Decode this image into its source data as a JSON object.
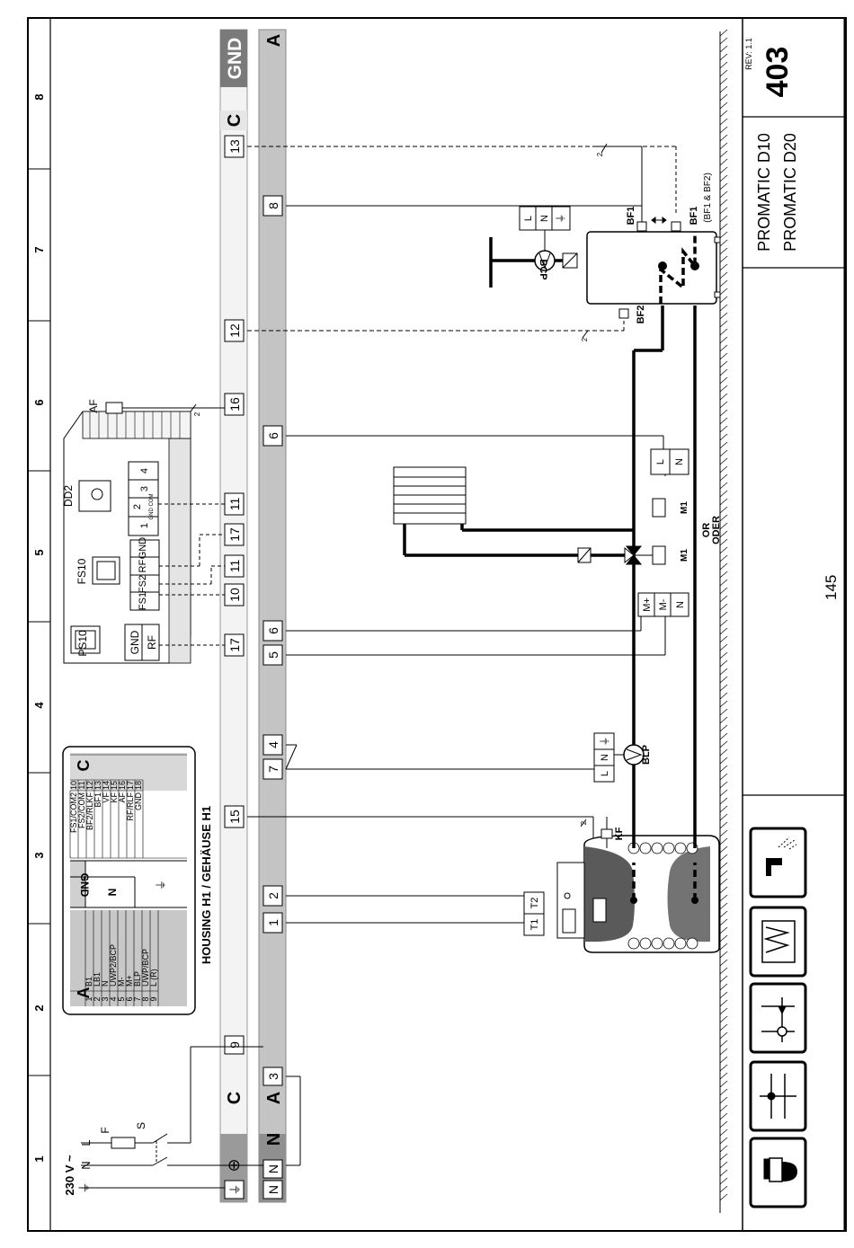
{
  "ruler": [
    "1",
    "2",
    "3",
    "4",
    "5",
    "6",
    "7",
    "8"
  ],
  "rails": {
    "c_label": "C",
    "gnd_label": "GND",
    "a_label": "A",
    "n_label": "N",
    "c_terminals": [
      "9",
      "15",
      "17",
      "10",
      "11",
      "17",
      "11",
      "16",
      "12",
      "13"
    ],
    "a_terminals": [
      "3",
      "1",
      "2",
      "7",
      "4",
      "5",
      "6",
      "6",
      "8"
    ],
    "earth_symbol": "⊕"
  },
  "supply": {
    "voltage": "230 V ~",
    "l": "L",
    "n": "N",
    "f": "F",
    "s": "S"
  },
  "housing_title": "HOUSING H1 / GEHÄUSE H1",
  "terminal_table": {
    "a_label": "A",
    "gnd_label": "GND",
    "n_label": "N",
    "c_label": "C",
    "a_rows": [
      [
        "1",
        "B1"
      ],
      [
        "2",
        "LB1"
      ],
      [
        "3",
        "N"
      ],
      [
        "4",
        "UWP2/BCP"
      ],
      [
        "5",
        "M-"
      ],
      [
        "6",
        "M+"
      ],
      [
        "7",
        "BLP"
      ],
      [
        "8",
        "UWP/BCP"
      ],
      [
        "9",
        "L (R)"
      ]
    ],
    "c_rows": [
      [
        "FS1/COM2",
        "10"
      ],
      [
        "FS2/COM",
        "11"
      ],
      [
        "BF2/RLKF",
        "12"
      ],
      [
        "BF1",
        "13"
      ],
      [
        "VF",
        "14"
      ],
      [
        "KF",
        "15"
      ],
      [
        "AF",
        "16"
      ],
      [
        "RF/RLF",
        "17"
      ],
      [
        "GND",
        "18"
      ]
    ]
  },
  "devices": {
    "ps10": {
      "name": "PS10",
      "terms": [
        "GND",
        "RF"
      ]
    },
    "fs10": {
      "name": "FS10",
      "terms": [
        "GND",
        "RF",
        "FS2",
        "FS1"
      ]
    },
    "dd2": {
      "name": "DD2",
      "terms": [
        "1",
        "2",
        "3",
        "4"
      ],
      "sub": "GND COM"
    },
    "af": "AF"
  },
  "components": {
    "t1": "T1",
    "t2": "T2",
    "kf": "KF",
    "blp": "BLP",
    "bcp": "BCP",
    "bf1": "BF1",
    "bf1b": "BF1",
    "bf1b_note": "(BF1 & BF2)",
    "bf2": "BF2",
    "m1a": "M1",
    "m1b": "M1",
    "or": "OR",
    "oder": "ODER",
    "mplus": "M+",
    "mminus": "M-",
    "l": "L",
    "n": "N",
    "two": "2"
  },
  "title_block": {
    "rev": "REV: 1.1",
    "number": "403",
    "model1": "PROMATIC D10",
    "model2": "PROMATIC D20"
  },
  "page_number": "145"
}
